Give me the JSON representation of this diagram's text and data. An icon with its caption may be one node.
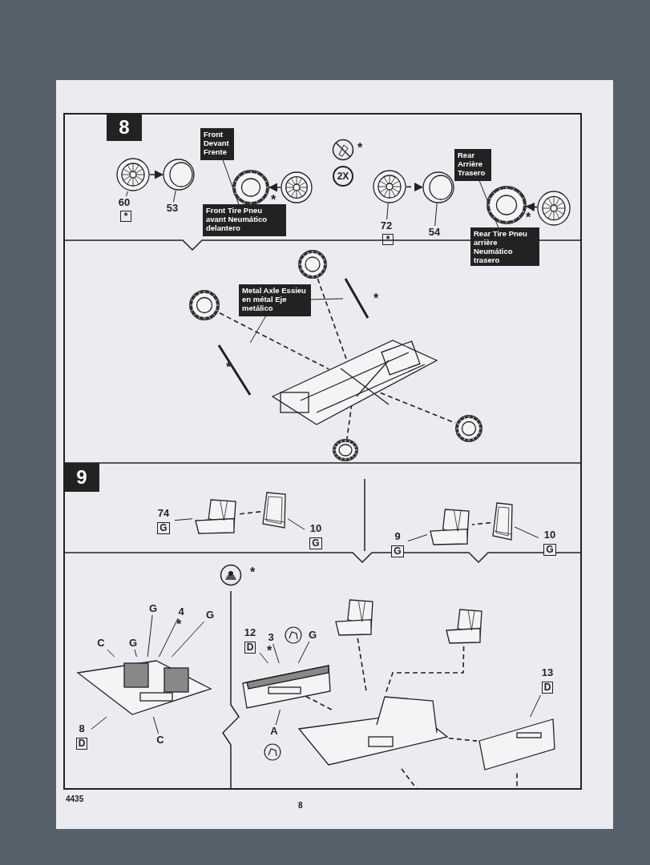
{
  "diagram": {
    "nodes": [
      {
        "text": [],
        "shape": "picture"
      },
      {
        "text": [],
        "shape": "picture"
      },
      {
        "text": [
          "60"
        ]
      },
      {
        "text": [
          "53"
        ]
      },
      {
        "text": [
          "Front Devant Frente"
        ]
      },
      {
        "text": [
          "Front Tire Pneu avant Neumático delantero"
        ]
      },
      {
        "text": [],
        "shape": "picture"
      },
      {
        "text": [],
        "shape": "picture"
      },
      {
        "text": [
          "2X"
        ]
      },
      {
        "text": [],
        "shape": "picture"
      },
      {
        "text": [],
        "shape": "picture"
      },
      {
        "text": [
          "72"
        ]
      },
      {
        "text": [
          "54"
        ]
      },
      {
        "text": [
          "Rear Arrière Trasero"
        ]
      },
      {
        "text": [
          "Rear Tire Pneu arrière Neumático trasero"
        ]
      },
      {
        "text": [],
        "shape": "picture"
      },
      {
        "text": [],
        "shape": "picture"
      },
      {
        "text": [],
        "shape": "picture"
      },
      {
        "text": [],
        "shape": "picture"
      },
      {
        "text": [],
        "shape": "picture"
      },
      {
        "text": [],
        "shape": "picture"
      },
      {
        "text": [],
        "shape": "picture"
      },
      {
        "text": [],
        "shape": "picture"
      },
      {
        "text": [],
        "shape": "picture"
      },
      {
        "text": [
          "Metal Axle Essieu en métal Eje metálico"
        ]
      },
      {
        "text": [],
        "shape": "picture"
      },
      {
        "text": [],
        "shape": "picture"
      },
      {
        "text": [
          "74",
          "G"
        ]
      },
      {
        "text": [
          "10",
          "G"
        ]
      },
      {
        "text": [],
        "shape": "picture"
      },
      {
        "text": [],
        "shape": "picture"
      },
      {
        "text": [
          "9",
          "G"
        ]
      },
      {
        "text": [
          "10",
          "G"
        ]
      },
      {
        "text": [],
        "shape": "picture"
      },
      {
        "text": [
          "G"
        ]
      },
      {
        "text": [
          "4"
        ]
      },
      {
        "text": [
          "G"
        ]
      },
      {
        "text": [
          "C"
        ]
      },
      {
        "text": [
          "G"
        ]
      },
      {
        "text": [
          "8",
          "D"
        ]
      },
      {
        "text": [
          "C"
        ]
      },
      {
        "text": [],
        "shape": "picture"
      },
      {
        "text": [
          "12",
          "D"
        ]
      },
      {
        "text": [
          "3"
        ]
      },
      {
        "text": [
          "G"
        ]
      },
      {
        "text": [
          "A"
        ]
      },
      {
        "text": [],
        "shape": "picture"
      },
      {
        "text": [],
        "shape": "picture"
      },
      {
        "text": [],
        "shape": "picture"
      },
      {
        "text": [],
        "shape": "picture"
      },
      {
        "text": [
          "13",
          "D"
        ]
      },
      {
        "text": [
          "8"
        ]
      },
      {
        "text": [
          "9"
        ]
      }
    ],
    "edges": [
      {
        "from": 0,
        "to": 1,
        "arrow": "to",
        "style": "dashed"
      },
      {
        "from": 2,
        "to": 0,
        "arrow": "none"
      },
      {
        "from": 3,
        "to": 1,
        "arrow": "none"
      },
      {
        "from": 4,
        "to": 5,
        "arrow": "none"
      },
      {
        "from": 7,
        "to": 6,
        "arrow": "to",
        "style": "dashed"
      },
      {
        "from": 9,
        "to": 10,
        "arrow": "to",
        "style": "dashed"
      },
      {
        "from": 11,
        "to": 9,
        "arrow": "none"
      },
      {
        "from": 12,
        "to": 10,
        "arrow": "none"
      },
      {
        "from": 13,
        "to": 14,
        "arrow": "none"
      },
      {
        "from": 16,
        "to": 15,
        "arrow": "to",
        "style": "dashed"
      },
      {
        "from": 24,
        "to": 18,
        "arrow": "none"
      },
      {
        "from": 24,
        "to": 20,
        "arrow": "none"
      },
      {
        "from": 17,
        "to": 21,
        "arrow": "none",
        "style": "dashed"
      },
      {
        "from": 19,
        "to": 21,
        "arrow": "none",
        "style": "dashed"
      },
      {
        "from": 21,
        "to": 22,
        "arrow": "none",
        "style": "dashed"
      },
      {
        "from": 21,
        "to": 23,
        "arrow": "none",
        "style": "dashed"
      },
      {
        "from": 26,
        "to": 25,
        "arrow": "none",
        "style": "dashed"
      },
      {
        "from": 27,
        "to": 25,
        "arrow": "none"
      },
      {
        "from": 28,
        "to": 26,
        "arrow": "none"
      },
      {
        "from": 30,
        "to": 29,
        "arrow": "none",
        "style": "dashed"
      },
      {
        "from": 31,
        "to": 29,
        "arrow": "none"
      },
      {
        "from": 32,
        "to": 30,
        "arrow": "none"
      },
      {
        "from": 34,
        "to": 33,
        "arrow": "none"
      },
      {
        "from": 35,
        "to": 33,
        "arrow": "none"
      },
      {
        "from": 36,
        "to": 33,
        "arrow": "none"
      },
      {
        "from": 37,
        "to": 33,
        "arrow": "none"
      },
      {
        "from": 38,
        "to": 33,
        "arrow": "none"
      },
      {
        "from": 39,
        "to": 33,
        "arrow": "none"
      },
      {
        "from": 40,
        "to": 33,
        "arrow": "none"
      },
      {
        "from": 42,
        "to": 41,
        "arrow": "none"
      },
      {
        "from": 43,
        "to": 41,
        "arrow": "none"
      },
      {
        "from": 44,
        "to": 41,
        "arrow": "none"
      },
      {
        "from": 45,
        "to": 41,
        "arrow": "none"
      },
      {
        "from": 46,
        "to": 48,
        "arrow": "none",
        "style": "dashed"
      },
      {
        "from": 47,
        "to": 48,
        "arrow": "none",
        "style": "dashed"
      },
      {
        "from": 41,
        "to": 48,
        "arrow": "none",
        "style": "dashed"
      },
      {
        "from": 48,
        "to": 49,
        "arrow": "none",
        "style": "dashed"
      },
      {
        "from": 48,
        "to": 49,
        "arrow": "none",
        "style": "dashed"
      },
      {
        "from": 50,
        "to": 49,
        "arrow": "none"
      }
    ],
    "labels": [
      "*",
      "*",
      "*",
      "*",
      "*",
      "*",
      "*",
      "*",
      "*",
      "*",
      "4435",
      "8"
    ]
  }
}
